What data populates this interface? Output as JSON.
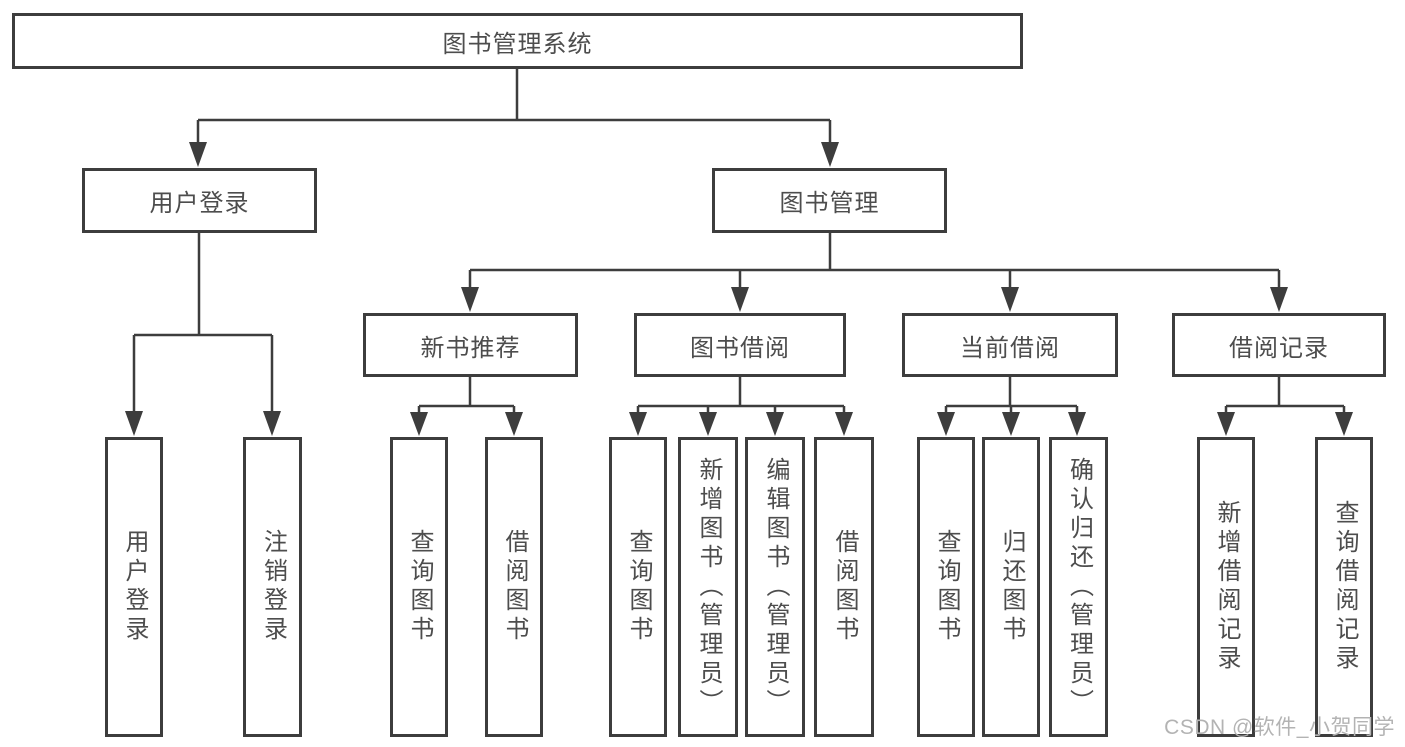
{
  "tree": {
    "root": {
      "label": "图书管理系统"
    },
    "branches": [
      {
        "label": "用户登录",
        "children": [
          {
            "label": "用户登录"
          },
          {
            "label": "注销登录"
          }
        ]
      },
      {
        "label": "图书管理",
        "groups": [
          {
            "label": "新书推荐",
            "children": [
              {
                "label": "查询图书"
              },
              {
                "label": "借阅图书"
              }
            ]
          },
          {
            "label": "图书借阅",
            "children": [
              {
                "label": "查询图书"
              },
              {
                "label": "新增图书（管理员）"
              },
              {
                "label": "编辑图书（管理员）"
              },
              {
                "label": "借阅图书"
              }
            ]
          },
          {
            "label": "当前借阅",
            "children": [
              {
                "label": "查询图书"
              },
              {
                "label": "归还图书"
              },
              {
                "label": "确认归还（管理员）"
              }
            ]
          },
          {
            "label": "借阅记录",
            "children": [
              {
                "label": "新增借阅记录"
              },
              {
                "label": "查询借阅记录"
              }
            ]
          }
        ]
      }
    ]
  },
  "watermark": "CSDN @软件_小贺同学",
  "colors": {
    "line": "#3d3d3d",
    "text": "#4d4d4d",
    "box_bg": "#ffffff",
    "page_bg": "#ffffff",
    "watermark_color": "#b3b3b3"
  }
}
